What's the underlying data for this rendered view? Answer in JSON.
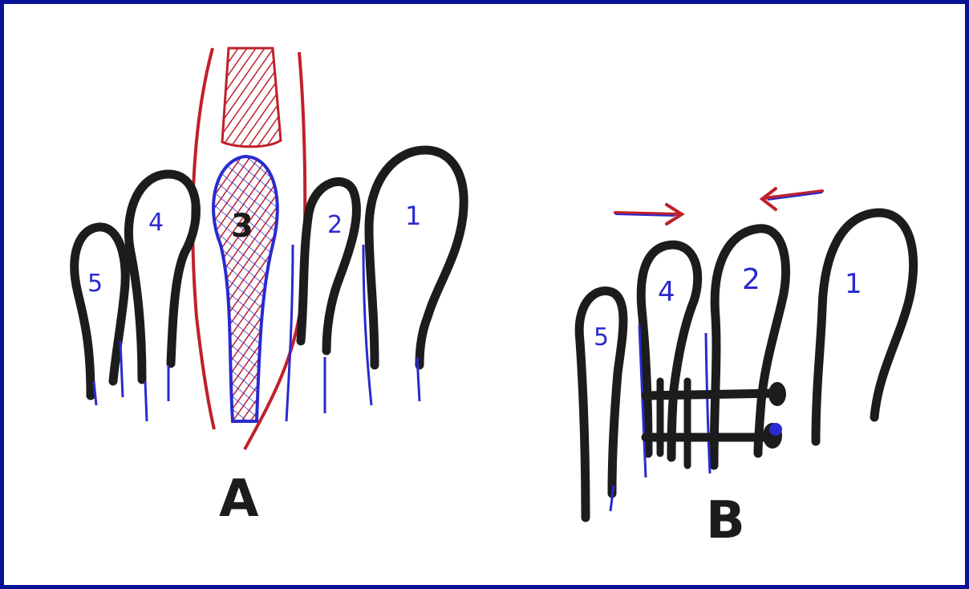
{
  "colors": {
    "frame": "#0a1396",
    "background": "#ffffff",
    "finger_outline": "#1c1c1c",
    "blue_ink": "#2a2ad0",
    "red_ink": "#c0202a"
  },
  "figure_a": {
    "label": "A",
    "numbers": [
      "1",
      "2",
      "3",
      "4",
      "5"
    ]
  },
  "figure_b": {
    "label": "B",
    "numbers": [
      "1",
      "2",
      "4",
      "5"
    ]
  }
}
